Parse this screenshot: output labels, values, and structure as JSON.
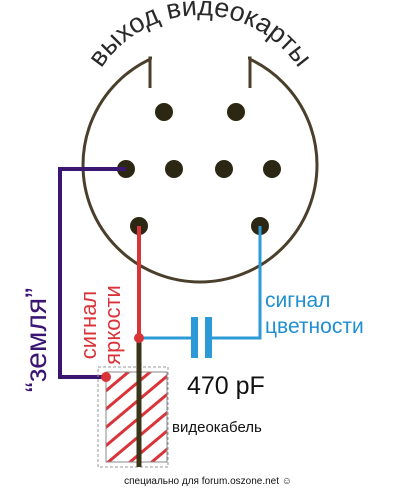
{
  "title": "выход видеокарты",
  "labels": {
    "ground": "“земля”",
    "luma_line1": "сигнал",
    "luma_line2": "яркости",
    "chroma_line1": "сигнал",
    "chroma_line2": "цветности",
    "capacitor": "470 pF",
    "cable": "видеокабель",
    "credit": "специально для forum.oszone.net ☺"
  },
  "colors": {
    "ground_wire": "#3a1572",
    "luma_wire": "#d9343a",
    "chroma_wire": "#2b9ad6",
    "luma_text": "#d9343a",
    "chroma_text": "#1e8fd0",
    "ground_text": "#3a1572",
    "connector_outline": "#4a3f2a",
    "pin": "#2c2712",
    "cable_wire": "#3a3418",
    "cable_hatch": "#d9343a"
  }
}
